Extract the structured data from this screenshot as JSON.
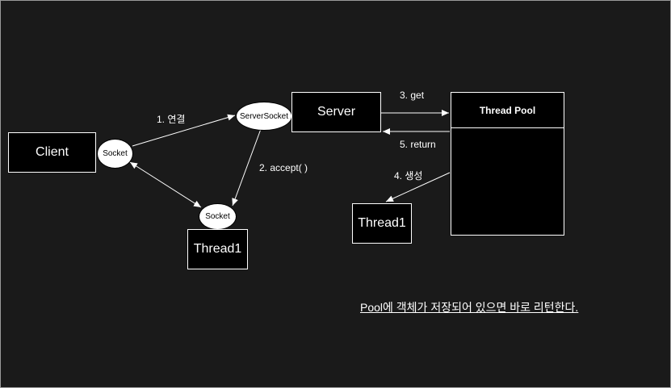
{
  "nodes": {
    "client": "Client",
    "client_socket": "Socket",
    "server_socket": "ServerSocket",
    "server": "Server",
    "thread_socket": "Socket",
    "thread1_left": "Thread1",
    "thread_pool": "Thread Pool",
    "thread1_right": "Thread1"
  },
  "edges": {
    "connect": "1. 연결",
    "accept": "2. accept( )",
    "get": "3. get",
    "return": "5. return",
    "create": "4. 생성"
  },
  "note": "Pool에 객체가 저장되어 있으면 바로 리턴한다.",
  "colors": {
    "background": "#1a1a1a",
    "box_fill": "#000000",
    "stroke": "#ffffff",
    "ellipse_fill": "#ffffff"
  }
}
